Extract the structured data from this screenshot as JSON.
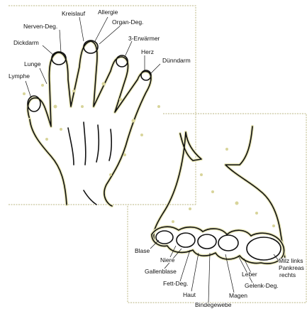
{
  "diagrams": {
    "hand": {
      "labels": [
        {
          "key": "kreislauf",
          "text": "Kreislauf"
        },
        {
          "key": "allergie",
          "text": "Allergie"
        },
        {
          "key": "nerven",
          "text": "Nerven-Deg."
        },
        {
          "key": "organ",
          "text": "Organ-Deg."
        },
        {
          "key": "dickdarm",
          "text": "Dickdarm"
        },
        {
          "key": "erwaermer",
          "text": "3-Erwärmer"
        },
        {
          "key": "herz",
          "text": "Herz"
        },
        {
          "key": "lunge",
          "text": "Lunge"
        },
        {
          "key": "duenndarm",
          "text": "Dünndarm"
        },
        {
          "key": "lymphe",
          "text": "Lymphe"
        }
      ]
    },
    "foot": {
      "labels": [
        {
          "key": "blase",
          "text": "Blase"
        },
        {
          "key": "niere",
          "text": "Niere"
        },
        {
          "key": "gallenblase",
          "text": "Gallenblase"
        },
        {
          "key": "fett",
          "text": "Fett-Deg."
        },
        {
          "key": "haut",
          "text": "Haut"
        },
        {
          "key": "bindegewebe",
          "text": "Bindegewebe"
        },
        {
          "key": "magen",
          "text": "Magen"
        },
        {
          "key": "gelenk",
          "text": "Gelenk-Deg."
        },
        {
          "key": "leber",
          "text": "Leber"
        },
        {
          "key": "milz",
          "text": "Milz links"
        },
        {
          "key": "pankreas",
          "text": "Pankreas"
        },
        {
          "key": "rechts",
          "text": "rechts"
        }
      ]
    }
  }
}
